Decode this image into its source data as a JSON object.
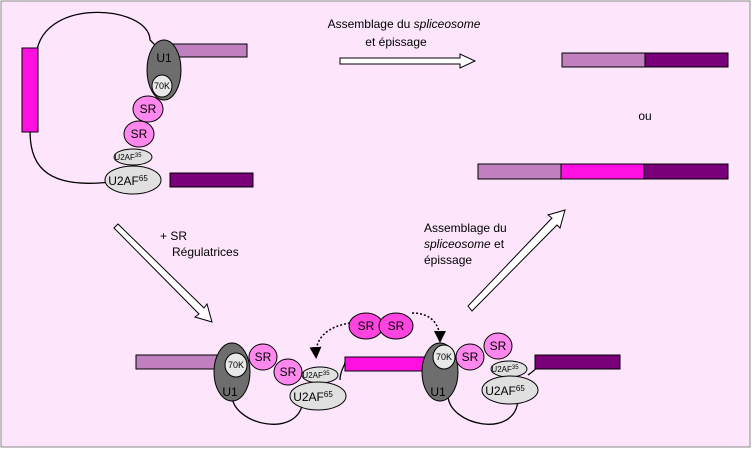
{
  "colors": {
    "background": "#fde6fc",
    "frame": "#8a8a8a",
    "exon_left": "#c080c0",
    "exon_middle": "#ff10e0",
    "exon_right": "#7a007a",
    "u1": "#6e6e6e",
    "sr": "#ff88ee",
    "sr_free": "#ff44e0",
    "u2af": "#e0e0e0",
    "k70": "#e8e8e8"
  },
  "labels": {
    "top_arrow_line1": "Assemblage du ",
    "top_arrow_line1_italic": "spliceosome",
    "top_arrow_line2": "et épissage",
    "or": "ou",
    "diag_down_line1": "+ SR",
    "diag_down_line2": "Régulatrices",
    "diag_up_line1": "Assemblage du",
    "diag_up_line2_italic": "spliceosome",
    "diag_up_line2_rest": " et",
    "diag_up_line3": "épissage"
  },
  "factors": {
    "u1": "U1",
    "k70": "70K",
    "sr": "SR",
    "u2af35_base": "U2AF",
    "u2af35_sup": "35",
    "u2af65_base": "U2AF",
    "u2af65_sup": "65"
  }
}
